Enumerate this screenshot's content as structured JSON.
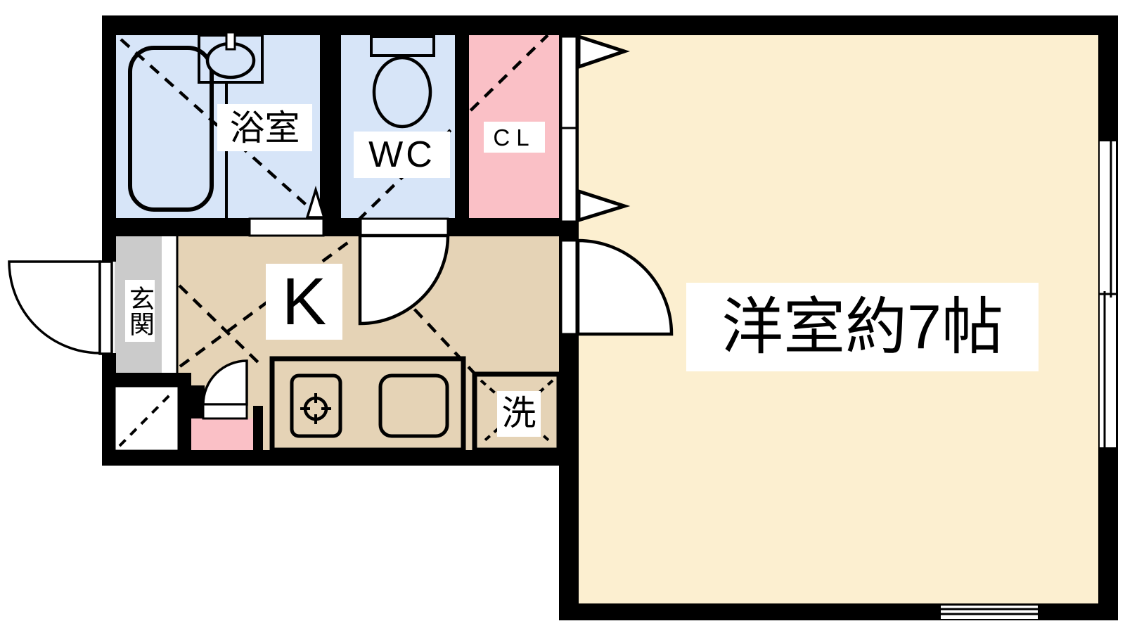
{
  "floorplan": {
    "type": "japanese-apartment-floor-plan",
    "wall_color": "#000000",
    "background_color": "#ffffff",
    "rooms": {
      "bathroom": {
        "label": "浴室",
        "color": "#D7E5F8"
      },
      "wc": {
        "label": "WC",
        "color": "#D7E5F8"
      },
      "closet": {
        "label": "CL",
        "color": "#FAC0C6"
      },
      "genkan": {
        "label": "玄関",
        "color": "#CBCBCB"
      },
      "kitchen": {
        "label": "K",
        "color": "#E5D3B6"
      },
      "laundry": {
        "label": "洗",
        "color": "#E5D3B6"
      },
      "western_room": {
        "label": "洋室約7帖",
        "color": "#FCEFD0"
      },
      "small_storage": {
        "label": "",
        "color": "#FAC0C6"
      }
    }
  }
}
